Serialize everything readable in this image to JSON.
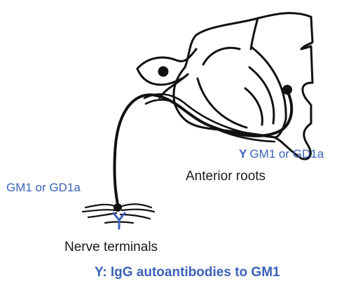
{
  "labels": {
    "gm_left": "GM1 or GD1a",
    "gm_right": "GM1 or GD1a",
    "anterior_roots": "Anterior roots",
    "nerve_terminals": "Nerve terminals",
    "legend": "Y: IgG autoantibodies to GM1",
    "antibody_glyph": "Y"
  },
  "colors": {
    "antibody_blue": "#3a62b8",
    "line": "#111111",
    "text": "#1a1a1a"
  }
}
